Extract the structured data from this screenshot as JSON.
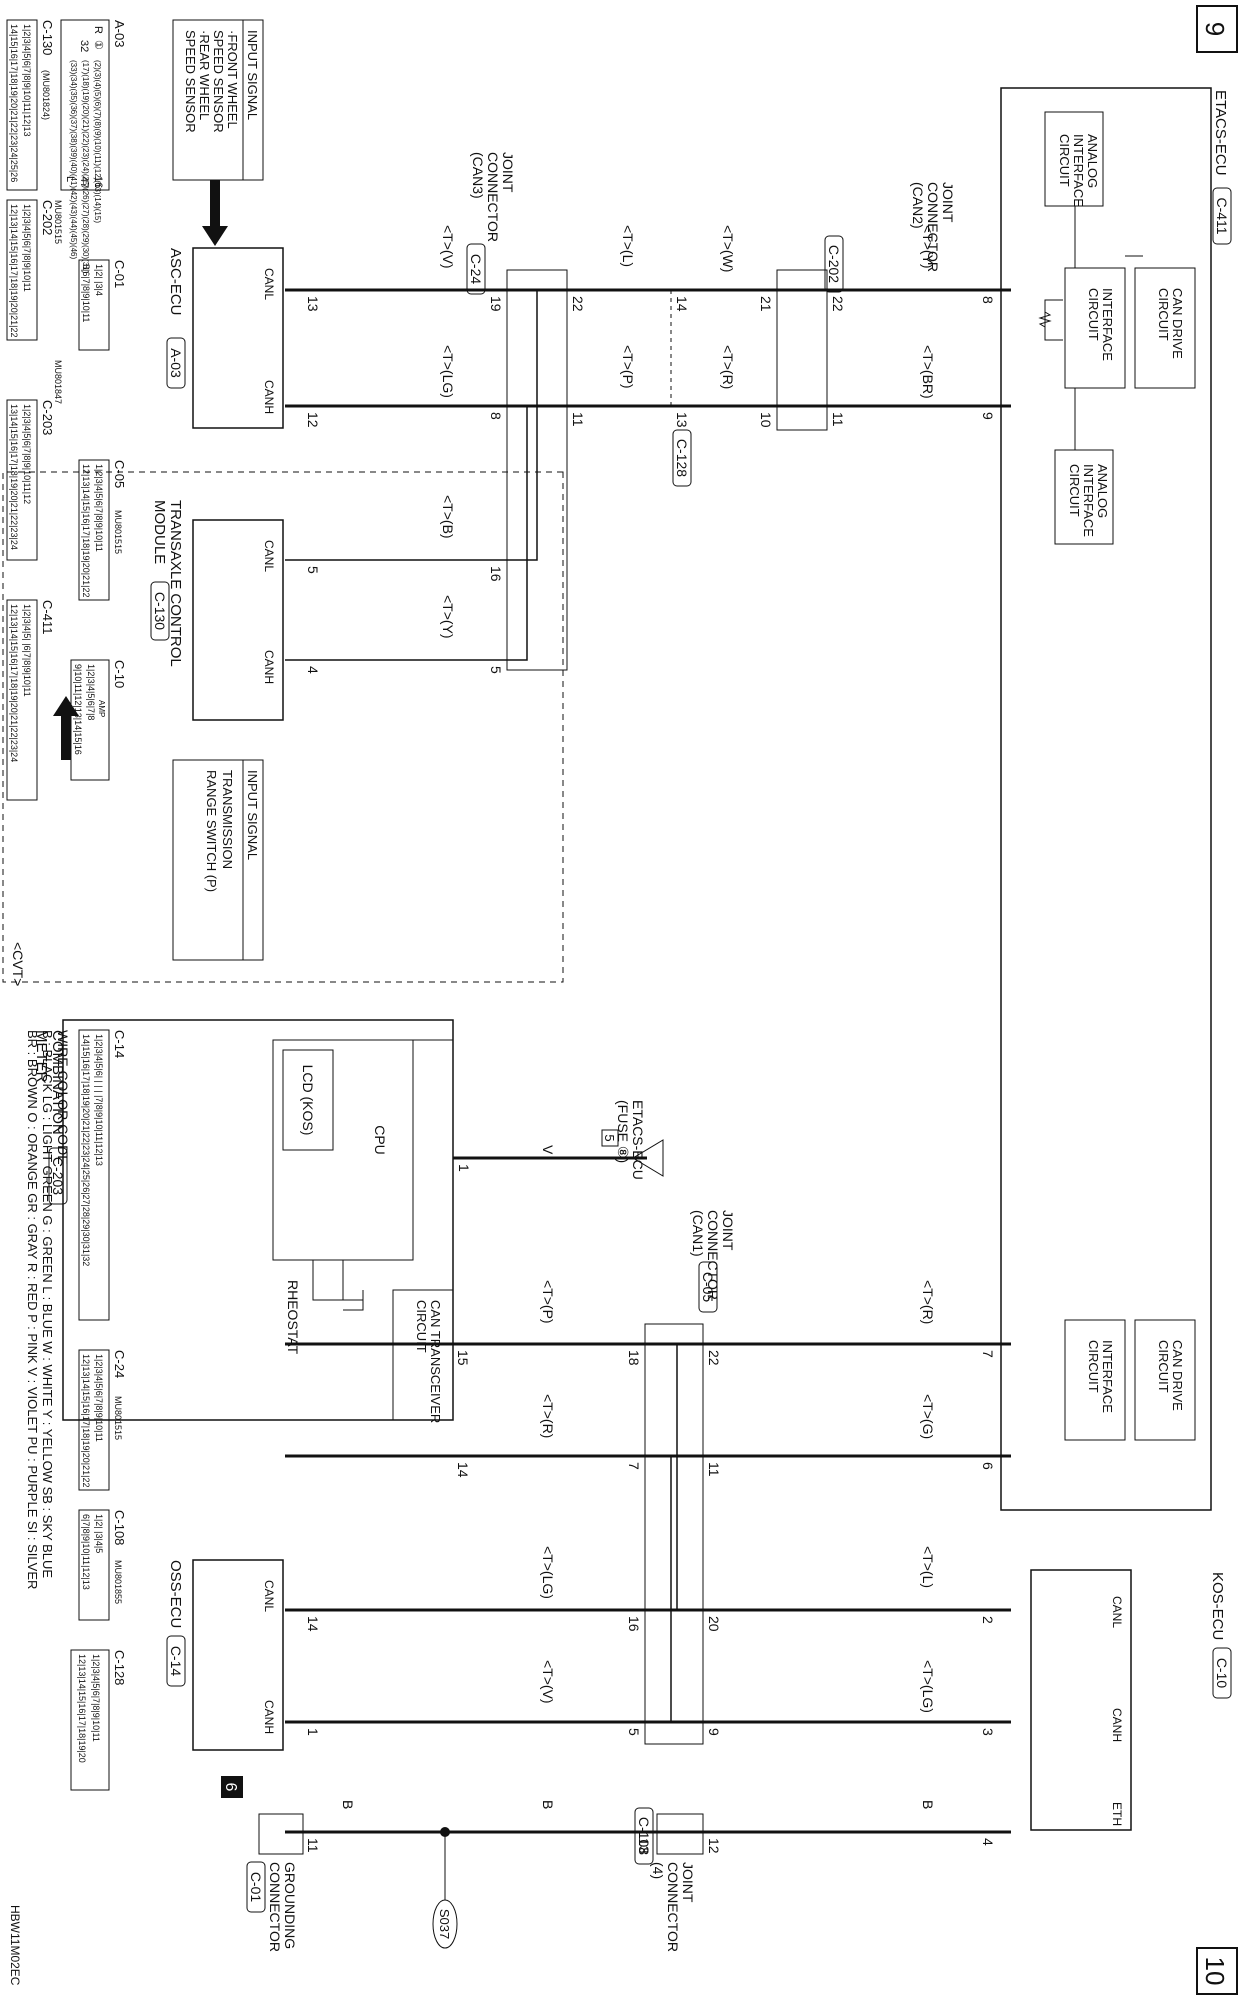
{
  "pages": {
    "start": "9",
    "end": "10"
  },
  "diagram_code": "HBW11M02EC",
  "modules": {
    "etacs": {
      "name": "ETACS-ECU",
      "connector": "C-411"
    },
    "kos": {
      "name": "KOS-ECU",
      "connector": "C-10"
    },
    "asc": {
      "name": "ASC-ECU",
      "connector": "A-03"
    },
    "oss": {
      "name": "OSS-ECU",
      "connector": "C-14"
    },
    "tcm": {
      "name_line1": "TRANSAXLE CONTROL",
      "name_line2": "MODULE",
      "connector": "C-130"
    },
    "meter": {
      "name_line1": "COMBINATION",
      "name_line2": "METER",
      "connector": "C-203"
    }
  },
  "circuits": {
    "analog_interface": [
      "ANALOG",
      "INTERFACE",
      "CIRCUIT"
    ],
    "interface": [
      "INTERFACE",
      "CIRCUIT"
    ],
    "can_drive": [
      "CAN DRIVE",
      "CIRCUIT"
    ],
    "can_transceiver": [
      "CAN TRANSCEIVER",
      "CIRCUIT"
    ],
    "cpu": "CPU",
    "lcd": "LCD (KOS)",
    "rheostat": "RHEOSTAT"
  },
  "joints": {
    "can3": {
      "lines": [
        "JOINT",
        "CONNECTOR",
        "(CAN3)"
      ],
      "connector": "C-24"
    },
    "can2": {
      "lines": [
        "JOINT",
        "CONNECTOR",
        "(CAN2)"
      ],
      "connector": "C-202"
    },
    "can1": {
      "lines": [
        "JOINT",
        "CONNECTOR",
        "(CAN1)"
      ],
      "connector": "C-05"
    },
    "j4": {
      "lines": [
        "JOINT",
        "CONNECTOR",
        "(4)"
      ],
      "connector": "C-108"
    },
    "ground": {
      "lines": [
        "GROUNDING",
        "CONNECTOR"
      ],
      "connector": "C-01"
    },
    "c128": "C-128"
  },
  "input_signal_asc": [
    "INPUT SIGNAL",
    "·FRONT WHEEL",
    " SPEED SENSOR",
    "·REAR WHEEL",
    " SPEED SENSOR"
  ],
  "input_signal_tcm": [
    "INPUT SIGNAL",
    "TRANSMISSION",
    "RANGE SWITCH (P)"
  ],
  "cvt_label": "<CVT>",
  "fuse": {
    "lines": [
      "ETACS-ECU",
      "(FUSE ⑧)"
    ],
    "number": "5",
    "wire": "V",
    "pin": "1"
  },
  "splice": "S037",
  "ground_mark": "6",
  "pin_labels": {
    "canl": "CANL",
    "canh": "CANH",
    "eth": "ETH"
  },
  "wire_labels": {
    "etacs_a_l": "<T>(Y)",
    "etacs_a_h": "<T>(BR)",
    "c202_a_l": "<T>(W)",
    "c202_a_h": "<T>(R)",
    "mid_l": "<T>(L)",
    "mid_h": "<T>(P)",
    "asc_l": "<T>(V)",
    "asc_h": "<T>(LG)",
    "tcm_l": "<T>(B)",
    "tcm_h": "<T>(Y)",
    "etacs_b_l": "<T>(R)",
    "etacs_b_h": "<T>(G)",
    "meter_l": "<T>(P)",
    "meter_h": "<T>(R)",
    "kos_l": "<T>(L)",
    "kos_h": "<T>(LG)",
    "oss_l": "<T>(LG)",
    "oss_h": "<T>(V)",
    "gnd_a": "B",
    "gnd_b": "B",
    "gnd_c": "B"
  },
  "pins": {
    "etacs_a_l": "8",
    "etacs_a_h": "9",
    "c202_l_top": "22",
    "c202_h_top": "11",
    "c202_l_bot": "21",
    "c202_h_bot": "10",
    "c128_l": "14",
    "c128_h": "13",
    "c24_l_top": "22",
    "c24_h_top": "11",
    "c24_l_asc": "19",
    "c24_h_asc": "8",
    "c24_l_tcm": "16",
    "c24_h_tcm": "5",
    "asc_l": "13",
    "asc_h": "12",
    "tcm_l": "5",
    "tcm_h": "4",
    "etacs_b_l": "7",
    "etacs_b_h": "6",
    "c05_1": "22",
    "c05_2": "11",
    "c05_3": "20",
    "c05_4": "9",
    "c05_5": "18",
    "c05_6": "7",
    "c05_7": "16",
    "c05_8": "5",
    "meter_l": "15",
    "meter_h": "14",
    "kos_l": "2",
    "kos_h": "3",
    "kos_eth": "4",
    "oss_l": "14",
    "oss_h": "1",
    "c108_top": "12",
    "c108_bot": "13",
    "c01": "11"
  },
  "connectors": {
    "a03": {
      "id": "A-03",
      "rows": [
        "(2)(3)(4)(5)(6)(7)(8)(9)(10)(11)(12)(13)(14)(15)",
        "(17)(18)(19)(20)(21)(22)(23)(24)(25)(26)(27)(28)(29)(30)(31)",
        "(33)(34)(35)(36)(37)(38)(39)(40)(41)(42)(43)(44)(45)(46)"
      ],
      "left": [
        "R",
        "①",
        "32"
      ],
      "right": [
        "16",
        "47",
        "L"
      ]
    },
    "c130": {
      "id": "C-130",
      "part": "(MU801824)",
      "rows": [
        "1|2|3|4|5|6|7|8|9|10|11|12|13",
        "14|15|16|17|18|19|20|21|22|23|24|25|26"
      ]
    },
    "c202": {
      "id": "C-202",
      "part": "MU801515",
      "rows": [
        "1|2|3|4|5|6|7|8|9|10|11",
        "12|13|14|15|16|17|18|19|20|21|22"
      ]
    },
    "c01": {
      "id": "C-01",
      "part": "MU801847",
      "rows": [
        "1|2| |3|4",
        "5|6|7|8|9|10|11"
      ]
    },
    "c203": {
      "id": "C-203",
      "rows": [
        "1|2|3|4|5|6|7|8|9|10|11|12",
        "13|14|15|16|17|18|19|20|21|22|23|24"
      ]
    },
    "c05": {
      "id": "C-05",
      "part": "MU801515",
      "rows": [
        "1|2|3|4|5|6|7|8|9|10|11",
        "12|13|14|15|16|17|18|19|20|21|22"
      ]
    },
    "c411": {
      "id": "C-411",
      "rows": [
        "1|2|3|4|5| |6|7|8|9|10|11",
        "12|13|14|15|16|17|18|19|20|21|22|23|24"
      ]
    },
    "c10": {
      "id": "C-10",
      "part": "AMP",
      "rows": [
        "1|2|3|4|5|6|7|8",
        "9|10|11|12|13|14|15|16"
      ]
    },
    "c14": {
      "id": "C-14",
      "rows": [
        "1|2|3|4|5|6| | | | |7|8|9|10|11|12|13",
        "14|15|16|17|18|19|20|21|22|23|24|25|26|27|28|29|30|31|32"
      ]
    },
    "c24": {
      "id": "C-24",
      "part": "MU801515",
      "rows": [
        "1|2|3|4|5|6|7|8|9|10|11",
        "12|13|14|15|16|17|18|19|20|21|22"
      ]
    },
    "c108": {
      "id": "C-108",
      "part": "MU801855",
      "rows": [
        "1|2| |3|4|5",
        "6|7|8|9|10|11|12|13"
      ]
    },
    "c128": {
      "id": "C-128",
      "rows": [
        "1|2|3|4|5|6|7|8|9|10|11",
        "12|13|14|15|16|17|18|19|20"
      ]
    }
  },
  "wire_color_code": {
    "title": "WIRE COLOR CODE",
    "line1": "B : BLACK    LG : LIGHT GREEN    G : GREEN    L : BLUE    W : WHITE    Y : YELLOW    SB : SKY BLUE",
    "line2": "BR : BROWN    O : ORANGE    GR : GRAY    R : RED    P : PINK    V : VIOLET    PU : PURPLE    SI : SILVER"
  }
}
